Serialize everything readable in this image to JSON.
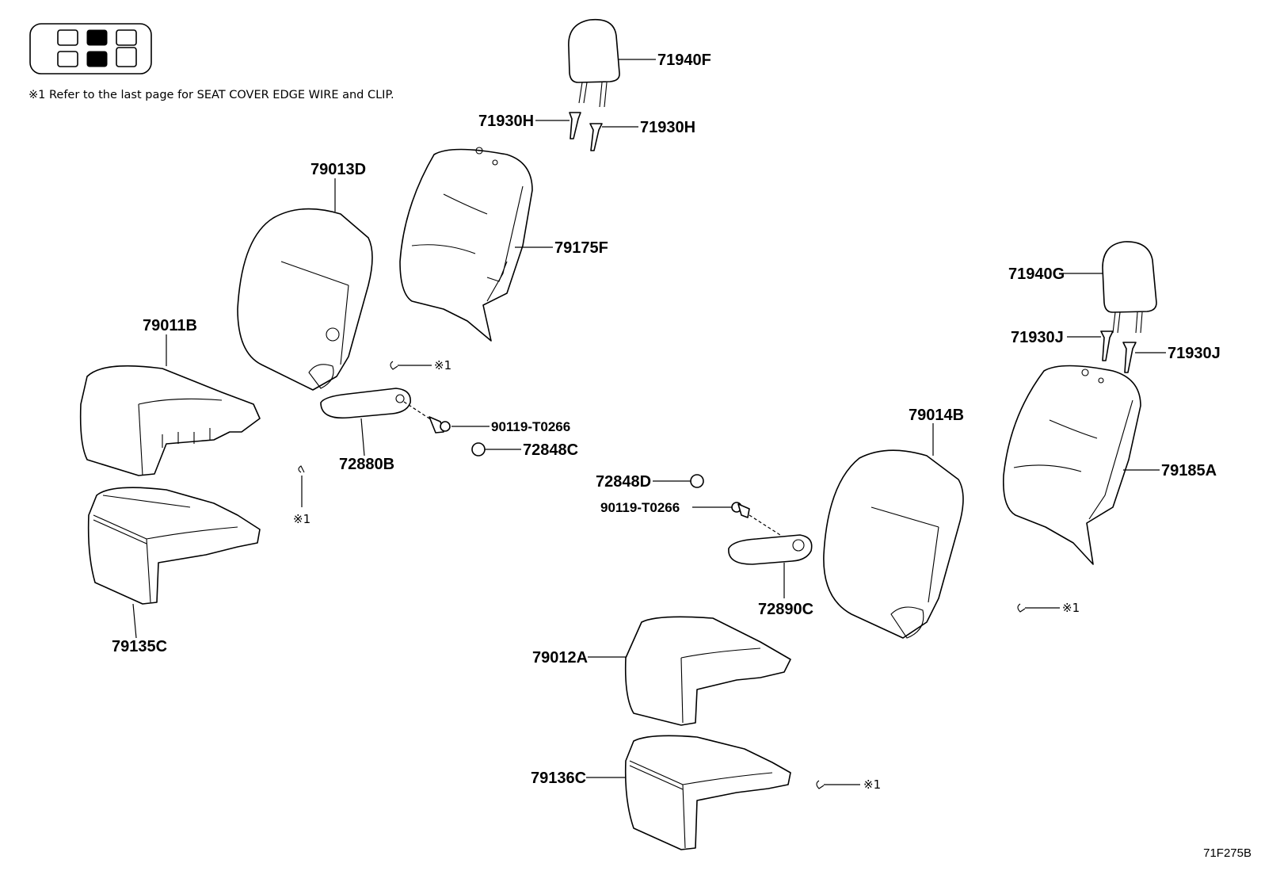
{
  "note": "※1 Refer to the last page for SEAT COVER EDGE WIRE and CLIP.",
  "drawing_code": "71F275B",
  "icon": "seat-position-icon",
  "parts": {
    "p71940F": "71940F",
    "p71930H_left": "71930H",
    "p71930H_right": "71930H",
    "p79013D": "79013D",
    "p79175F": "79175F",
    "p79011B": "79011B",
    "p90119_left": "90119-T0266",
    "p72848C": "72848C",
    "p72880B": "72880B",
    "p79135C": "79135C",
    "p71940G": "71940G",
    "p71930J_left": "71930J",
    "p71930J_right": "71930J",
    "p79014B": "79014B",
    "p79185A": "79185A",
    "p72848D": "72848D",
    "p90119_right": "90119-T0266",
    "p72890C": "72890C",
    "p79012A": "79012A",
    "p79136C": "79136C"
  },
  "refs": {
    "r1": "※1",
    "r2": "※1",
    "r3": "※1",
    "r4": "※1"
  }
}
